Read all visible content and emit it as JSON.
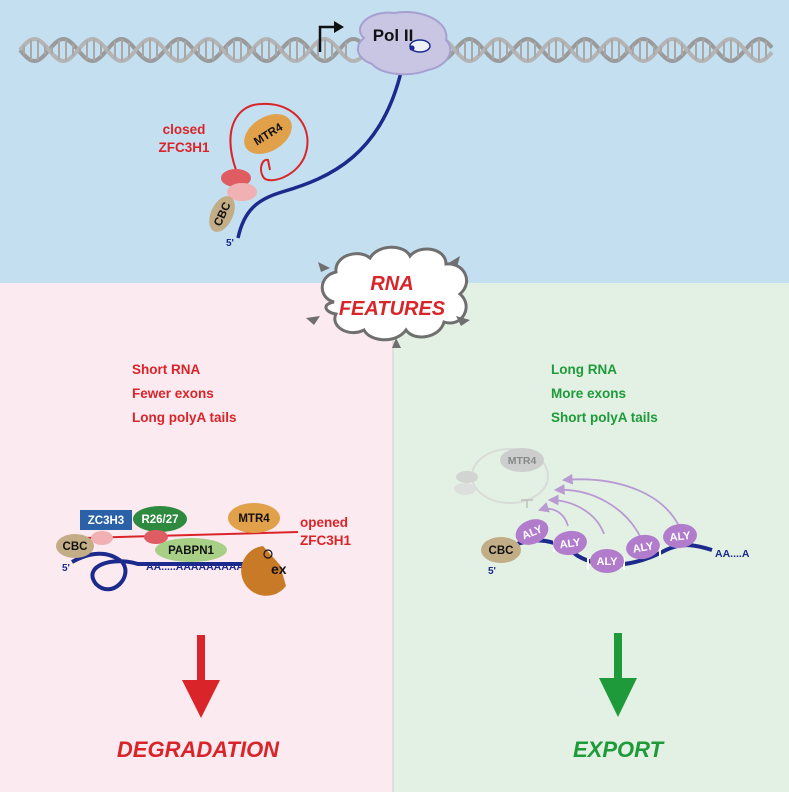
{
  "top": {
    "pol_label": "Pol II",
    "closed_label": [
      "closed",
      "ZFC3H1"
    ],
    "mtr4": "MTR4",
    "cbc": "CBC",
    "five_prime": "5'"
  },
  "center": {
    "features": [
      "RNA",
      "FEATURES"
    ]
  },
  "left": {
    "traits": [
      "Short RNA",
      "Fewer exons",
      "Long polyA tails"
    ],
    "zc3h3": "ZC3H3",
    "r2627": "R26/27",
    "mtr4": "MTR4",
    "cbc": "CBC",
    "pabpn1": "PABPN1",
    "polya": "AA.....AAAAAAAAA",
    "ex": "ex",
    "five_prime": "5'",
    "opened_label": [
      "opened",
      "ZFC3H1"
    ],
    "outcome": "DEGRADATION"
  },
  "right": {
    "traits": [
      "Long RNA",
      "More exons",
      "Short polyA tails"
    ],
    "mtr4": "MTR4",
    "cbc": "CBC",
    "aly": "ALY",
    "polya": "AA....A",
    "five_prime": "5'",
    "outcome": "EXPORT"
  },
  "colors": {
    "top_bg": "#c3dff0",
    "left_bg": "#fbeaf0",
    "right_bg": "#e2f1e3",
    "red": "#d9252a",
    "green": "#1f9a3a",
    "navy": "#1b2a8c",
    "aly": "#b27ccd",
    "tan": "#c2ad86",
    "orange": "#e1a04a"
  }
}
